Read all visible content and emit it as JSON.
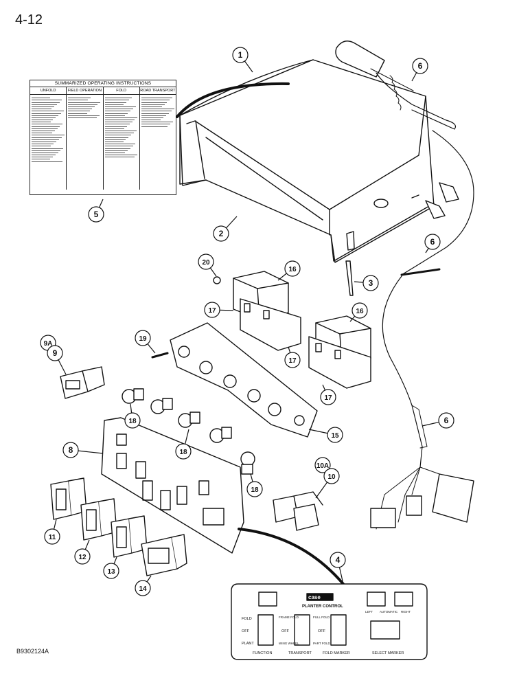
{
  "page": {
    "number": "4-12",
    "figure_id": "B9302124A"
  },
  "decal": {
    "title": "SUMMARIZED OPERATING INSTRUCTIONS",
    "columns": [
      "UNFOLD",
      "FIELD OPERATION",
      "FOLD",
      "ROAD TRANSPORT"
    ]
  },
  "callouts": [
    "1",
    "2",
    "3",
    "4",
    "5",
    "6",
    "6",
    "6",
    "8",
    "9A",
    "9",
    "10A",
    "10",
    "11",
    "12",
    "13",
    "14",
    "15",
    "16",
    "16",
    "17",
    "17",
    "17",
    "18",
    "18",
    "18",
    "19",
    "20"
  ],
  "panel": {
    "brand": "case",
    "title": "PLANTER CONTROL",
    "function": {
      "label": "FUNCTION",
      "options": [
        "FOLD",
        "OFF",
        "PLANT"
      ]
    },
    "transport": {
      "label": "TRANSPORT",
      "options": [
        "FRAME FOLD",
        "OFF",
        "WING WHEEL"
      ]
    },
    "fold_marker": {
      "label": "FOLD MARKER",
      "options": [
        "FULL FOLD",
        "OFF",
        "PART FOLD"
      ]
    },
    "select_marker": {
      "label": "SELECT MARKER",
      "options": [
        "LEFT",
        "AUTOMATIC",
        "RIGHT"
      ]
    }
  },
  "colors": {
    "ink": "#111111",
    "paper": "#ffffff"
  }
}
